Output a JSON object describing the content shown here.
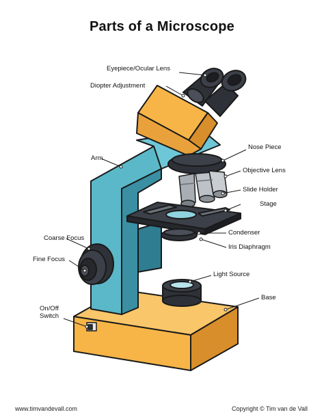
{
  "title": "Parts of a Microscope",
  "labels": {
    "eyepiece": "Eyepiece/Ocular Lens",
    "diopter": "Diopter Adjustment",
    "arm": "Arm",
    "nose_piece": "Nose Piece",
    "objective_lens": "Objective Lens",
    "slide_holder": "Slide Holder",
    "stage": "Stage",
    "coarse_focus": "Coarse Focus",
    "condenser": "Condenser",
    "iris_diaphragm": "Iris Diaphragm",
    "fine_focus": "Fine Focus",
    "light_source": "Light Source",
    "base": "Base",
    "switch": "On/Off Switch"
  },
  "footer": {
    "website": "www.timvandevall.com",
    "copyright": "Copyright © Tim van de Vall"
  },
  "colors": {
    "blue": "#5bb8c9",
    "blue_dark": "#3a8fa3",
    "orange": "#f7b547",
    "orange_dark": "#d88e2a",
    "dark": "#2e3138",
    "gray": "#9aa0a6"
  }
}
